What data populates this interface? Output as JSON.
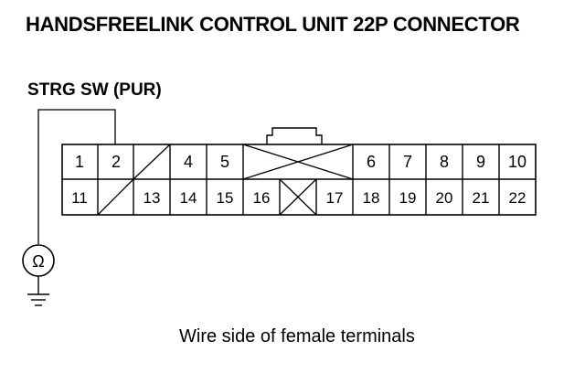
{
  "title": "HANDSFREELINK CONTROL UNIT 22P CONNECTOR",
  "wire_label": "STRG SW (PUR)",
  "caption": "Wire side of female terminals",
  "meter_symbol": "Ω",
  "connector": {
    "row1": [
      "1",
      "2",
      "",
      "4",
      "5",
      "",
      "6",
      "7",
      "8",
      "9",
      "10"
    ],
    "row2": [
      "11",
      "",
      "13",
      "14",
      "15",
      "16",
      "",
      "17",
      "18",
      "19",
      "20",
      "21",
      "22"
    ]
  }
}
